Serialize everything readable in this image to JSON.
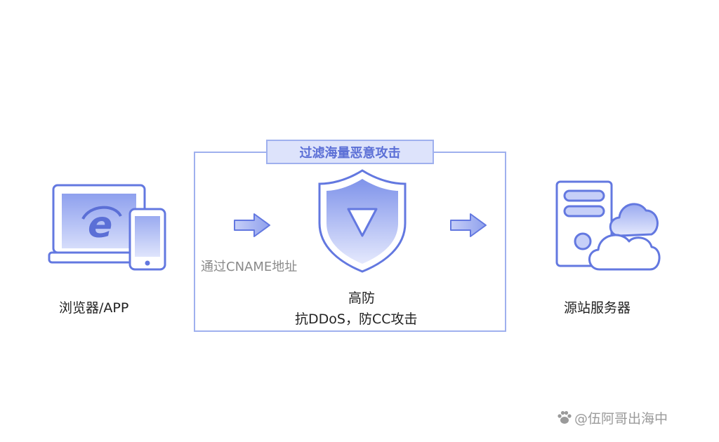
{
  "banner": {
    "text": "过滤海量恶意攻击"
  },
  "client": {
    "label": "浏览器/APP",
    "browser_icon": "ie-browser-icon",
    "device_icon": "laptop-phone-icon"
  },
  "middle": {
    "cname_label": "通过CNAME地址",
    "title": "高防",
    "subtitle": "抗DDoS，防CC攻击",
    "shield_icon": "shield-icon"
  },
  "server": {
    "label": "源站服务器",
    "icon": "server-cloud-icon"
  },
  "watermark": {
    "text": "@伍阿哥出海中"
  },
  "colors": {
    "accent": "#6378e0",
    "frame": "#9fb0ee",
    "fill_light": "#dde3fb",
    "text": "#222222"
  }
}
